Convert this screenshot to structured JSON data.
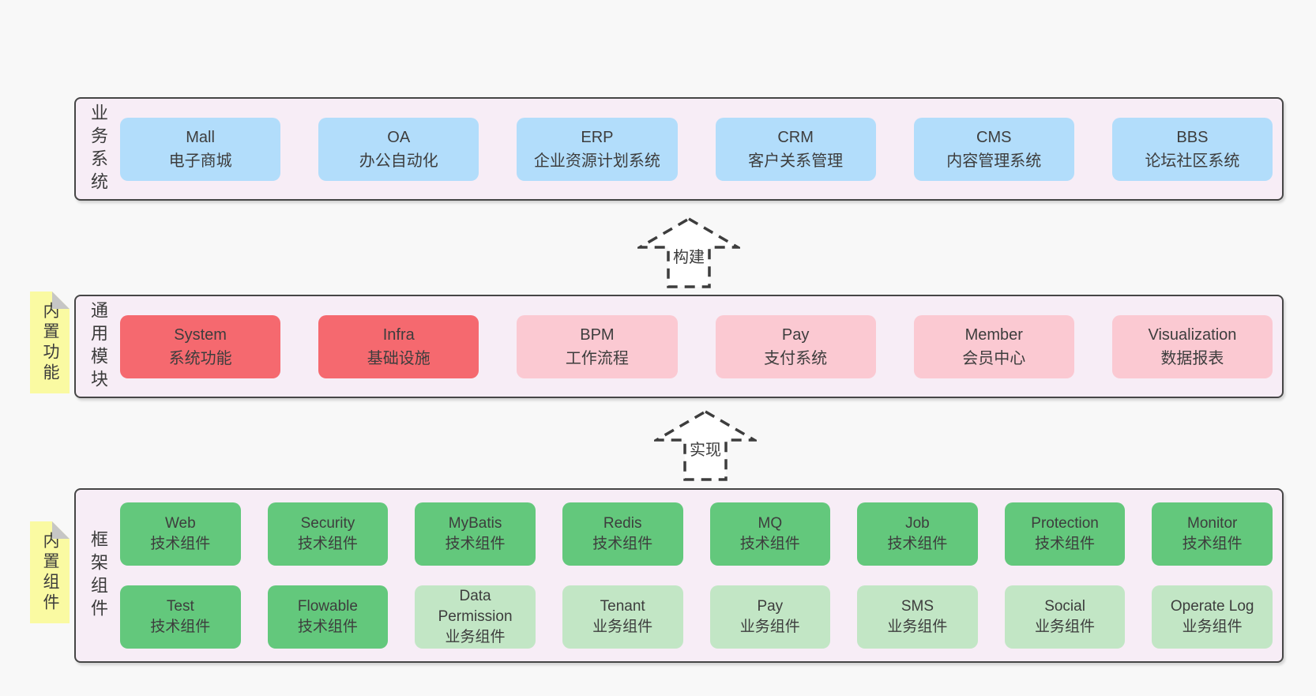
{
  "colors": {
    "page_bg": "#f8f8f8",
    "container_bg": "#f7edf6",
    "container_border": "#464646",
    "box_blue": "#b2ddfb",
    "box_red": "#f5696f",
    "box_pink": "#fbc9d2",
    "box_green": "#63c87c",
    "box_green_light": "#c2e6c5",
    "tag_yellow": "#fafaa2",
    "fold_gray": "#c6c6c6",
    "text": "#3b3b3b"
  },
  "layers": {
    "business": {
      "label": "业务系统",
      "boxes": [
        {
          "title": "Mall",
          "subtitle": "电子商城",
          "variant": "blue"
        },
        {
          "title": "OA",
          "subtitle": "办公自动化",
          "variant": "blue"
        },
        {
          "title": "ERP",
          "subtitle": "企业资源计划系统",
          "variant": "blue"
        },
        {
          "title": "CRM",
          "subtitle": "客户关系管理",
          "variant": "blue"
        },
        {
          "title": "CMS",
          "subtitle": "内容管理系统",
          "variant": "blue"
        },
        {
          "title": "BBS",
          "subtitle": "论坛社区系统",
          "variant": "blue"
        }
      ]
    },
    "modules": {
      "label": "通用模块",
      "tag": "内置功能",
      "boxes": [
        {
          "title": "System",
          "subtitle": "系统功能",
          "variant": "red"
        },
        {
          "title": "Infra",
          "subtitle": "基础设施",
          "variant": "red"
        },
        {
          "title": "BPM",
          "subtitle": "工作流程",
          "variant": "pink"
        },
        {
          "title": "Pay",
          "subtitle": "支付系统",
          "variant": "pink"
        },
        {
          "title": "Member",
          "subtitle": "会员中心",
          "variant": "pink"
        },
        {
          "title": "Visualization",
          "subtitle": "数据报表",
          "variant": "pink"
        }
      ]
    },
    "components": {
      "label": "框架组件",
      "tag": "内置组件",
      "rows": [
        [
          {
            "title": "Web",
            "subtitle": "技术组件",
            "variant": "green"
          },
          {
            "title": "Security",
            "subtitle": "技术组件",
            "variant": "green"
          },
          {
            "title": "MyBatis",
            "subtitle": "技术组件",
            "variant": "green"
          },
          {
            "title": "Redis",
            "subtitle": "技术组件",
            "variant": "green"
          },
          {
            "title": "MQ",
            "subtitle": "技术组件",
            "variant": "green"
          },
          {
            "title": "Job",
            "subtitle": "技术组件",
            "variant": "green"
          },
          {
            "title": "Protection",
            "subtitle": "技术组件",
            "variant": "green"
          },
          {
            "title": "Monitor",
            "subtitle": "技术组件",
            "variant": "green"
          }
        ],
        [
          {
            "title": "Test",
            "subtitle": "技术组件",
            "variant": "green"
          },
          {
            "title": "Flowable",
            "subtitle": "技术组件",
            "variant": "green"
          },
          {
            "title": "Data Permission",
            "subtitle": "业务组件",
            "variant": "green-light"
          },
          {
            "title": "Tenant",
            "subtitle": "业务组件",
            "variant": "green-light"
          },
          {
            "title": "Pay",
            "subtitle": "业务组件",
            "variant": "green-light"
          },
          {
            "title": "SMS",
            "subtitle": "业务组件",
            "variant": "green-light"
          },
          {
            "title": "Social",
            "subtitle": "业务组件",
            "variant": "green-light"
          },
          {
            "title": "Operate Log",
            "subtitle": "业务组件",
            "variant": "green-light"
          }
        ]
      ]
    }
  },
  "arrows": [
    {
      "label": "构建"
    },
    {
      "label": "实现"
    }
  ]
}
